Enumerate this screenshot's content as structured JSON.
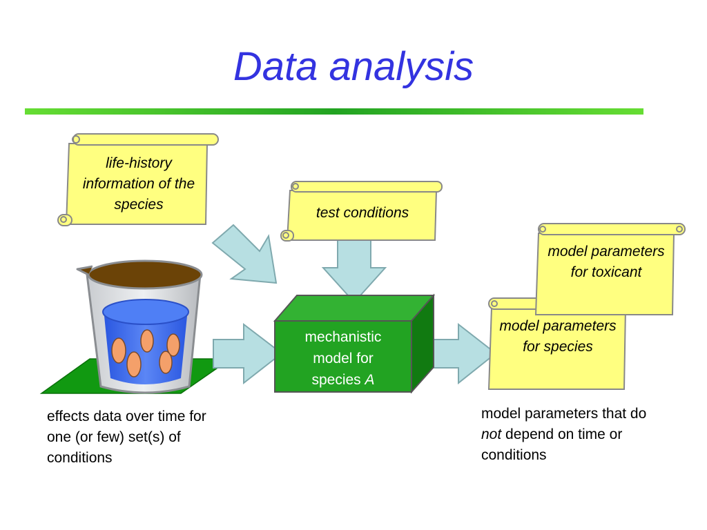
{
  "title": "Data analysis",
  "scrolls": {
    "life_history": "life-history information of the species",
    "test_conditions": "test conditions",
    "toxicant": "model parameters for toxicant",
    "species": "model parameters for species"
  },
  "model_box": {
    "line1": "mechanistic",
    "line2": "model for",
    "line3_prefix": "species ",
    "line3_italic": "A"
  },
  "captions": {
    "effects": "effects data over time for one (or few) set(s) of conditions",
    "model_params_prefix": "model parameters that do ",
    "model_params_italic": "not",
    "model_params_suffix": " depend on time or conditions"
  },
  "colors": {
    "title": "#3333e0",
    "scroll_fill": "#ffff80",
    "arrow_fill": "#b7dfe2",
    "model_green": "#22a322",
    "mat_green": "#119911"
  }
}
